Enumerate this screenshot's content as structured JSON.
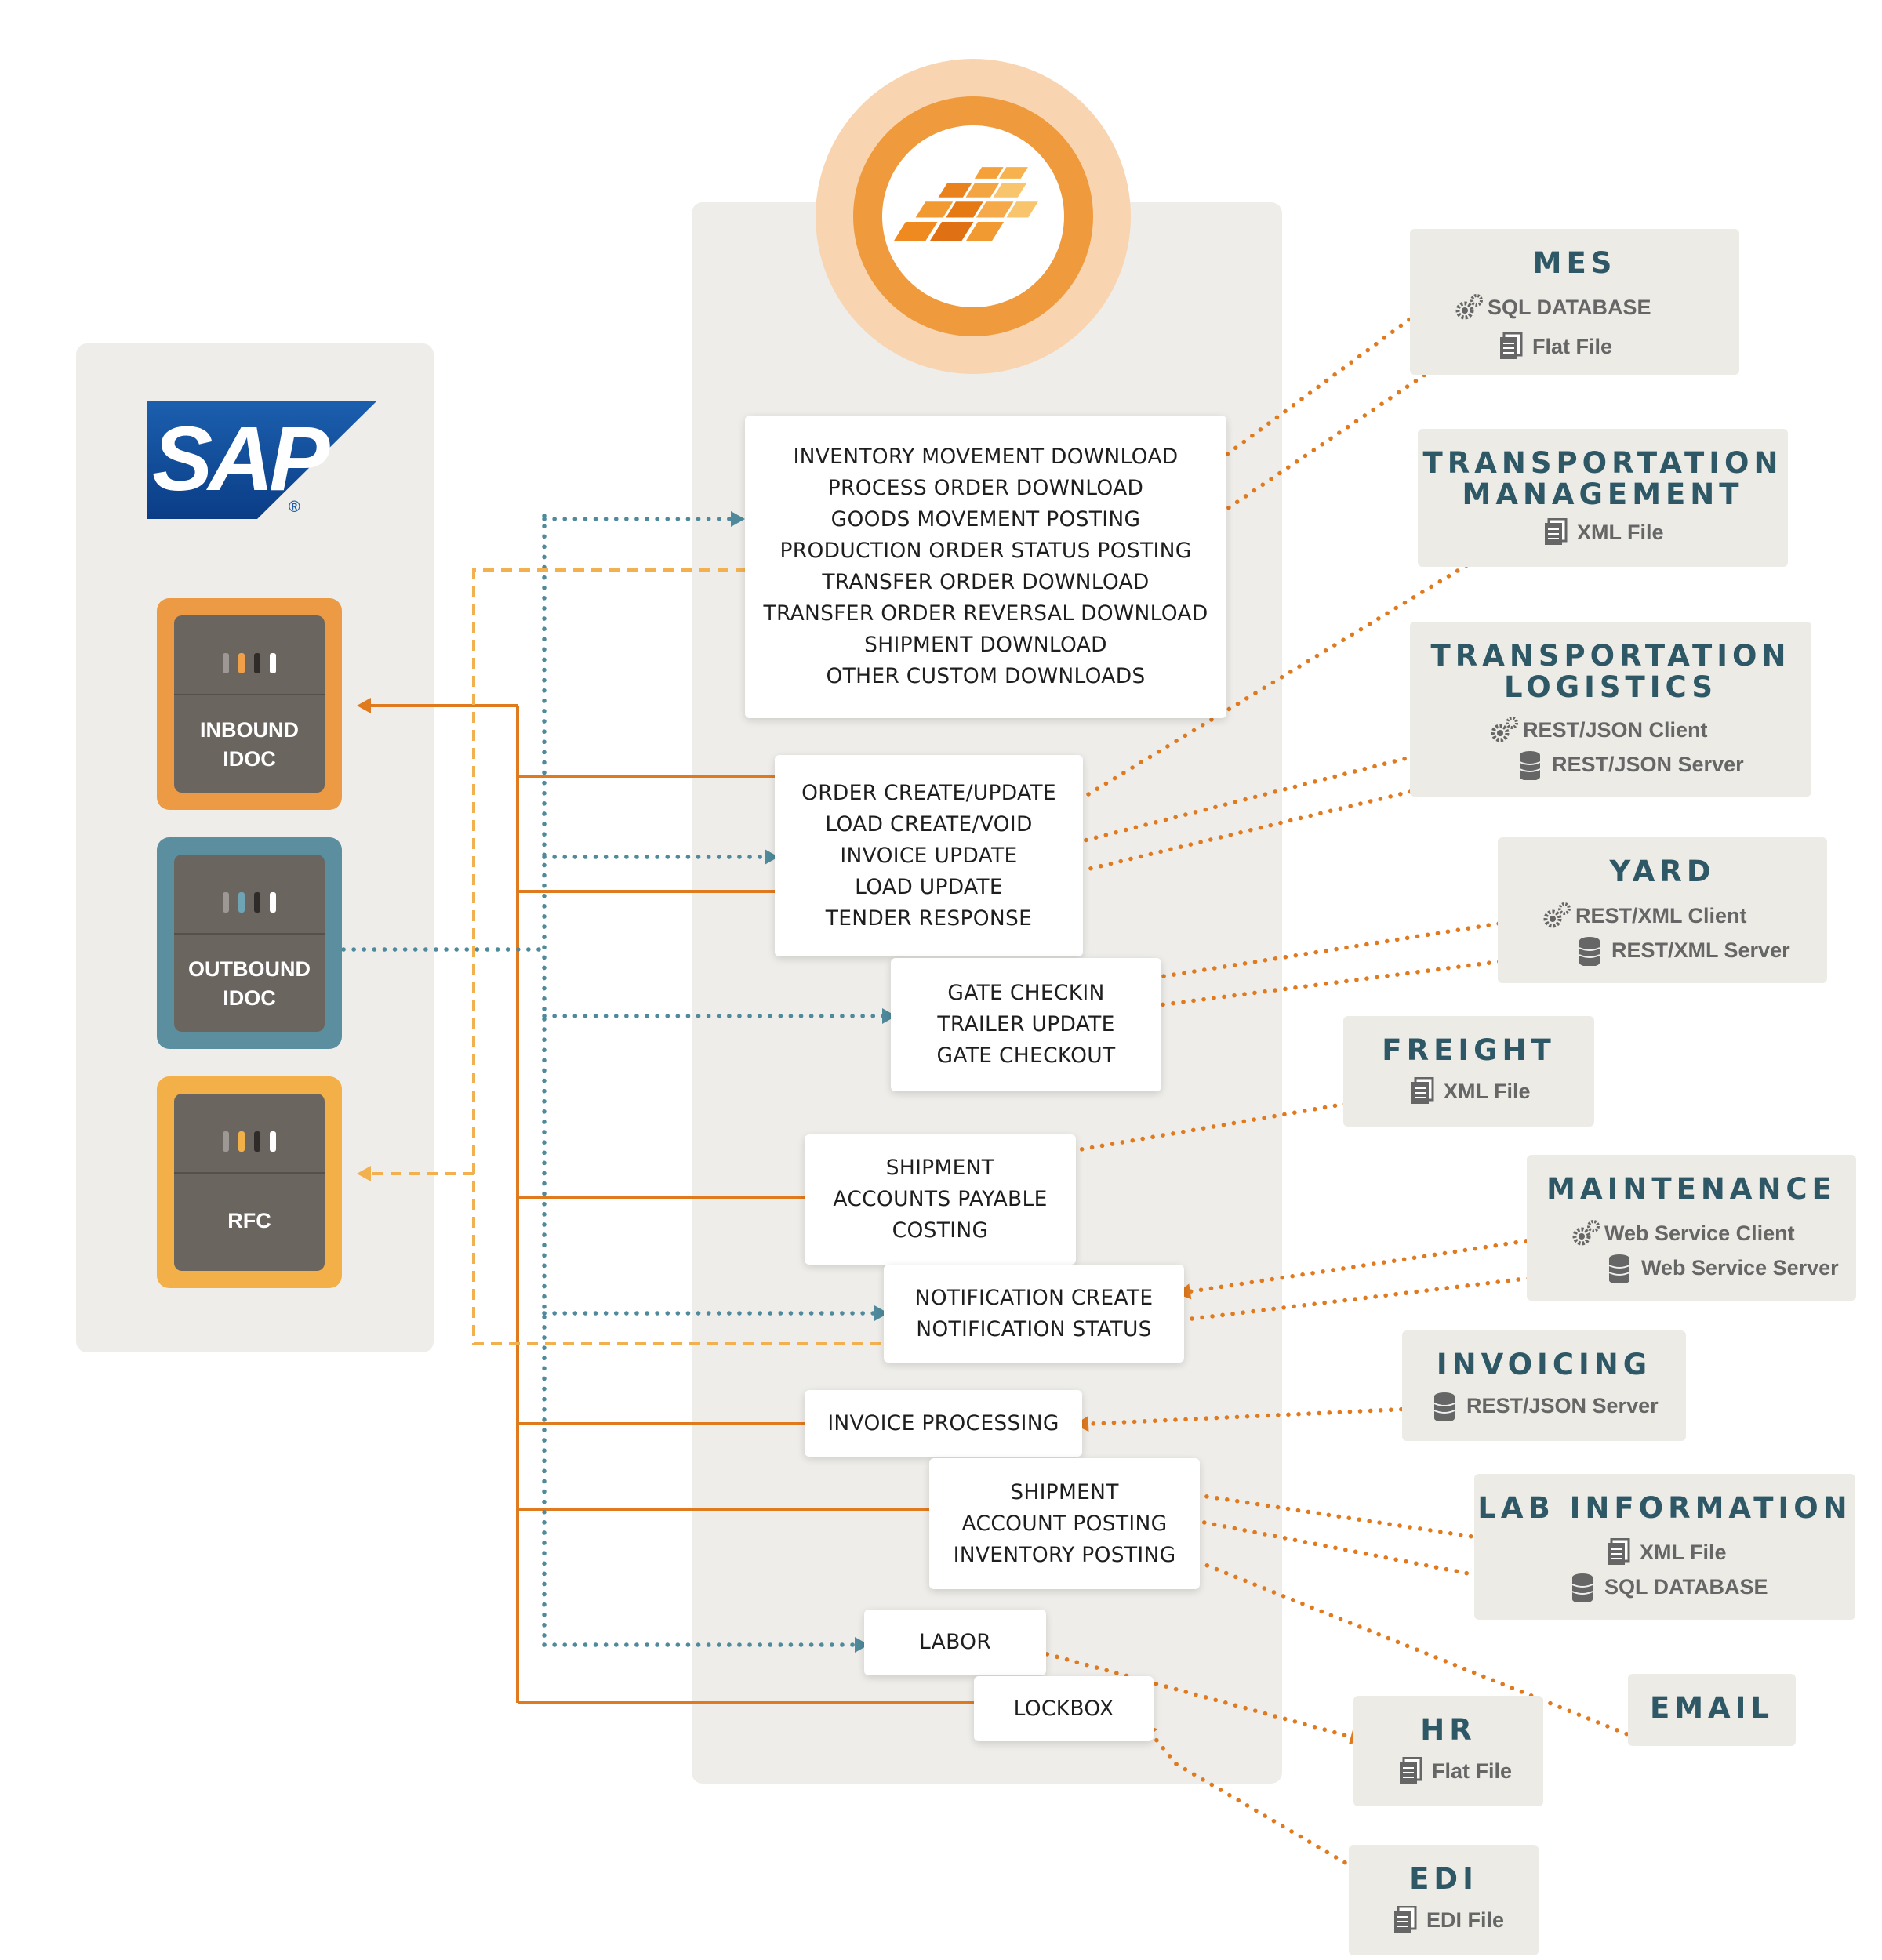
{
  "colors": {
    "orange": "#e07a1f",
    "light_orange": "#f3b04f",
    "teal": "#4e8a9b",
    "panel": "#eeede9",
    "title": "#2e5866"
  },
  "sap": {
    "logo_text": "SAP",
    "registered": "®",
    "buttons": [
      {
        "label_1": "INBOUND",
        "label_2": "IDOC"
      },
      {
        "label_1": "OUTBOUND",
        "label_2": "IDOC"
      },
      {
        "label_1": "RFC",
        "label_2": ""
      }
    ]
  },
  "hub": {
    "logo": "orange-tiles-logo"
  },
  "processes": [
    {
      "lines": [
        "INVENTORY MOVEMENT DOWNLOAD",
        "PROCESS ORDER DOWNLOAD",
        "GOODS MOVEMENT POSTING",
        "PRODUCTION ORDER STATUS POSTING",
        "TRANSFER ORDER DOWNLOAD",
        "TRANSFER ORDER REVERSAL DOWNLOAD",
        "SHIPMENT DOWNLOAD",
        "OTHER CUSTOM DOWNLOADS"
      ]
    },
    {
      "lines": [
        "ORDER CREATE/UPDATE",
        "LOAD CREATE/VOID",
        "INVOICE UPDATE",
        "LOAD UPDATE",
        "TENDER RESPONSE"
      ]
    },
    {
      "lines": [
        "GATE CHECKIN",
        "TRAILER UPDATE",
        "GATE CHECKOUT"
      ]
    },
    {
      "lines": [
        "SHIPMENT",
        "ACCOUNTS PAYABLE",
        "COSTING"
      ]
    },
    {
      "lines": [
        "NOTIFICATION CREATE",
        "NOTIFICATION STATUS"
      ]
    },
    {
      "lines": [
        "INVOICE PROCESSING"
      ]
    },
    {
      "lines": [
        "SHIPMENT",
        "ACCOUNT POSTING",
        "INVENTORY POSTING"
      ]
    },
    {
      "lines": [
        "LABOR"
      ]
    },
    {
      "lines": [
        "LOCKBOX"
      ]
    }
  ],
  "systems": [
    {
      "title_1": "MES",
      "title_2": "",
      "items": [
        {
          "icon": "gears-icon",
          "label": "SQL DATABASE"
        },
        {
          "icon": "file-icon",
          "label": "Flat File"
        }
      ]
    },
    {
      "title_1": "TRANSPORTATION",
      "title_2": "MANAGEMENT",
      "items": [
        {
          "icon": "file-icon",
          "label": "XML File"
        }
      ]
    },
    {
      "title_1": "TRANSPORTATION",
      "title_2": "LOGISTICS",
      "items": [
        {
          "icon": "gears-icon",
          "label": "REST/JSON Client"
        },
        {
          "icon": "database-icon",
          "label": "REST/JSON Server"
        }
      ]
    },
    {
      "title_1": "YARD",
      "title_2": "",
      "items": [
        {
          "icon": "gears-icon",
          "label": "REST/XML Client"
        },
        {
          "icon": "database-icon",
          "label": "REST/XML Server"
        }
      ]
    },
    {
      "title_1": "FREIGHT",
      "title_2": "",
      "items": [
        {
          "icon": "file-icon",
          "label": "XML File"
        }
      ]
    },
    {
      "title_1": "MAINTENANCE",
      "title_2": "",
      "items": [
        {
          "icon": "gears-icon",
          "label": "Web Service Client"
        },
        {
          "icon": "database-icon",
          "label": "Web Service Server"
        }
      ]
    },
    {
      "title_1": "INVOICING",
      "title_2": "",
      "items": [
        {
          "icon": "database-icon",
          "label": "REST/JSON Server"
        }
      ]
    },
    {
      "title_1": "LAB INFORMATION",
      "title_2": "",
      "items": [
        {
          "icon": "file-icon",
          "label": "XML File"
        },
        {
          "icon": "database-icon",
          "label": "SQL DATABASE"
        }
      ]
    },
    {
      "title_1": "EMAIL",
      "title_2": "",
      "items": []
    },
    {
      "title_1": "HR",
      "title_2": "",
      "items": [
        {
          "icon": "file-icon",
          "label": "Flat File"
        }
      ]
    },
    {
      "title_1": "EDI",
      "title_2": "",
      "items": [
        {
          "icon": "file-icon",
          "label": "EDI File"
        }
      ]
    }
  ]
}
